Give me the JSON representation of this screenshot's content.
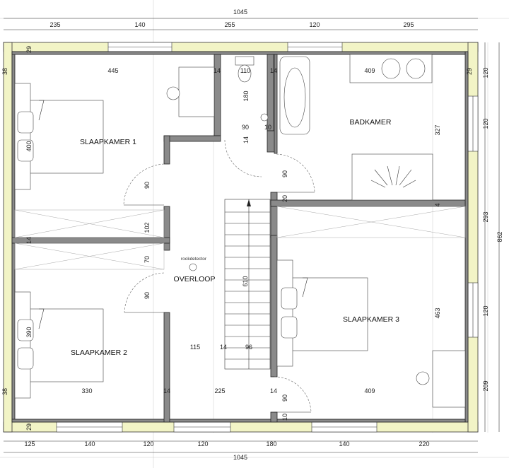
{
  "rooms": {
    "slaapkamer1": "SLAAPKAMER 1",
    "slaapkamer2": "SLAAPKAMER 2",
    "slaapkamer3": "SLAAPKAMER 3",
    "badkamer": "BADKAMER",
    "overloop": "OVERLOOP"
  },
  "notes": {
    "rookdetector": "rookdetector"
  },
  "dimensions": {
    "top_total": "1045",
    "top": [
      "235",
      "140",
      "255",
      "120",
      "295"
    ],
    "bottom_total": "1045",
    "bottom": [
      "125",
      "140",
      "120",
      "120",
      "180",
      "140",
      "220"
    ],
    "right_inner": [
      "120",
      "120",
      "293",
      "120",
      "209"
    ],
    "right_total": "862",
    "interior": {
      "w38a": "38",
      "w29a": "29",
      "s1_width": "445",
      "w14a": "14",
      "wc_width": "110",
      "w14b": "14",
      "bad_width": "409",
      "w29b": "29",
      "wc_depth": "180",
      "wc_door": "90",
      "w10a": "10",
      "w14c": "14",
      "s1_depth": "400",
      "bad_depth": "327",
      "door_s1": "90",
      "door_bad": "90",
      "w20": "20",
      "w4": "4",
      "w102": "102",
      "w14d": "14",
      "w70": "70",
      "door_s2": "90",
      "stair_len": "610",
      "s2_depth": "390",
      "s3_depth": "463",
      "w115": "115",
      "w14e": "14",
      "w96": "96",
      "w38b": "38",
      "s2_width": "330",
      "w14f": "14",
      "over_width": "225",
      "w14g": "14",
      "s3_width": "409",
      "door_s3": "90",
      "w29c": "29",
      "w10b": "10"
    }
  }
}
